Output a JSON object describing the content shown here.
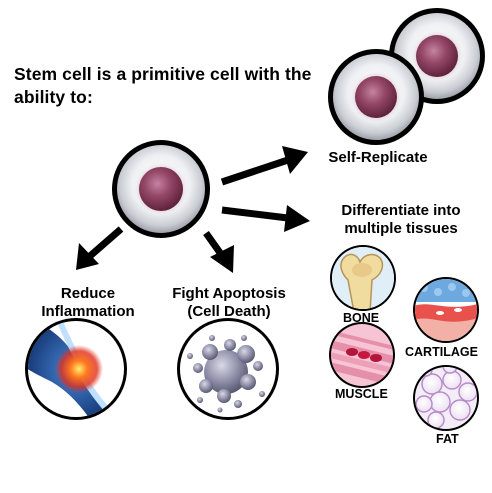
{
  "title": "Stem cell is a primitive cell with the ability to:",
  "labels": {
    "self_replicate": "Self-Replicate",
    "differentiate": "Differentiate into multiple tissues",
    "reduce": "Reduce Inflammation",
    "apoptosis": "Fight Apoptosis (Cell Death)"
  },
  "tissues": {
    "bone": "BONE",
    "cartilage": "CARTILAGE",
    "muscle": "MUSCLE",
    "fat": "FAT"
  },
  "colors": {
    "cell_outer": "#e9ecef",
    "cell_nucleus": "#8a3f5c",
    "arrow": "#000000",
    "inflammation": "#e0301e"
  }
}
